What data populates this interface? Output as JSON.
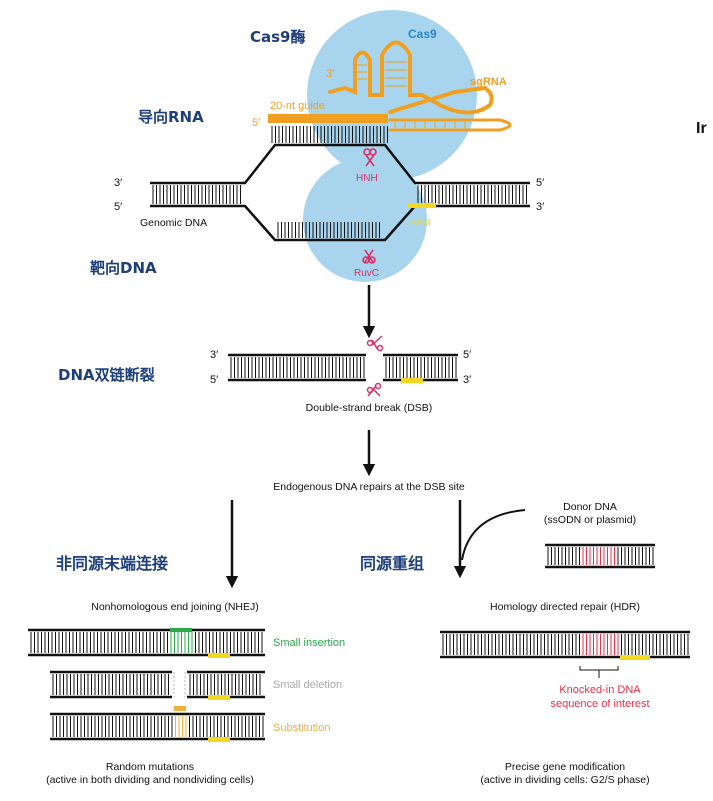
{
  "colors": {
    "cas9_blob": "#a9d4ee",
    "cas9_label": "#2a86c4",
    "guide": "#f0a020",
    "scissors": "#d8306a",
    "pam": "#f2d820",
    "insertion": "#2aa84a",
    "deletion": "#aaaaaa",
    "substitution": "#f0b040",
    "knockin": "#e8304a",
    "zh_text": "#1f3f7a"
  },
  "zh_labels": {
    "cas9": "Cas9酶",
    "guide_rna": "导向RNA",
    "target_dna": "靶向DNA",
    "dsb": "DNA双链断裂",
    "nhej": "非同源末端连接",
    "hdr": "同源重组"
  },
  "complex": {
    "cas9": "Cas9",
    "sgrna": "sgRNA",
    "guide_20nt": "20-nt guide",
    "rna_5p": "5′",
    "rna_3p": "3′",
    "hnh": "HNH",
    "ruvc": "RuvC",
    "pam": "PAM",
    "genomic_dna": "Genomic DNA",
    "top_left": "3′",
    "top_right": "5′",
    "bottom_left": "5′",
    "bottom_right": "3′"
  },
  "dsb": {
    "top_left": "3′",
    "top_right": "5′",
    "bottom_left": "5′",
    "bottom_right": "3′",
    "caption": "Double-strand break (DSB)"
  },
  "repair": {
    "caption": "Endogenous DNA repairs at the DSB site",
    "donor_title": "Donor DNA",
    "donor_sub": "(ssODN or plasmid)",
    "nhej_title": "Nonhomologous end joining (NHEJ)",
    "hdr_title": "Homology directed repair (HDR)",
    "small_insertion": "Small insertion",
    "small_deletion": "Small deletion",
    "substitution": "Substitution",
    "knockin_1": "Knocked-in DNA",
    "knockin_2": "sequence of interest",
    "random_1": "Random mutations",
    "random_2": "(active in both dividing and nondividing cells)",
    "precise_1": "Precise gene modification",
    "precise_2": "(active in dividing cells: G2/S phase)"
  },
  "edge_text": "Ir"
}
